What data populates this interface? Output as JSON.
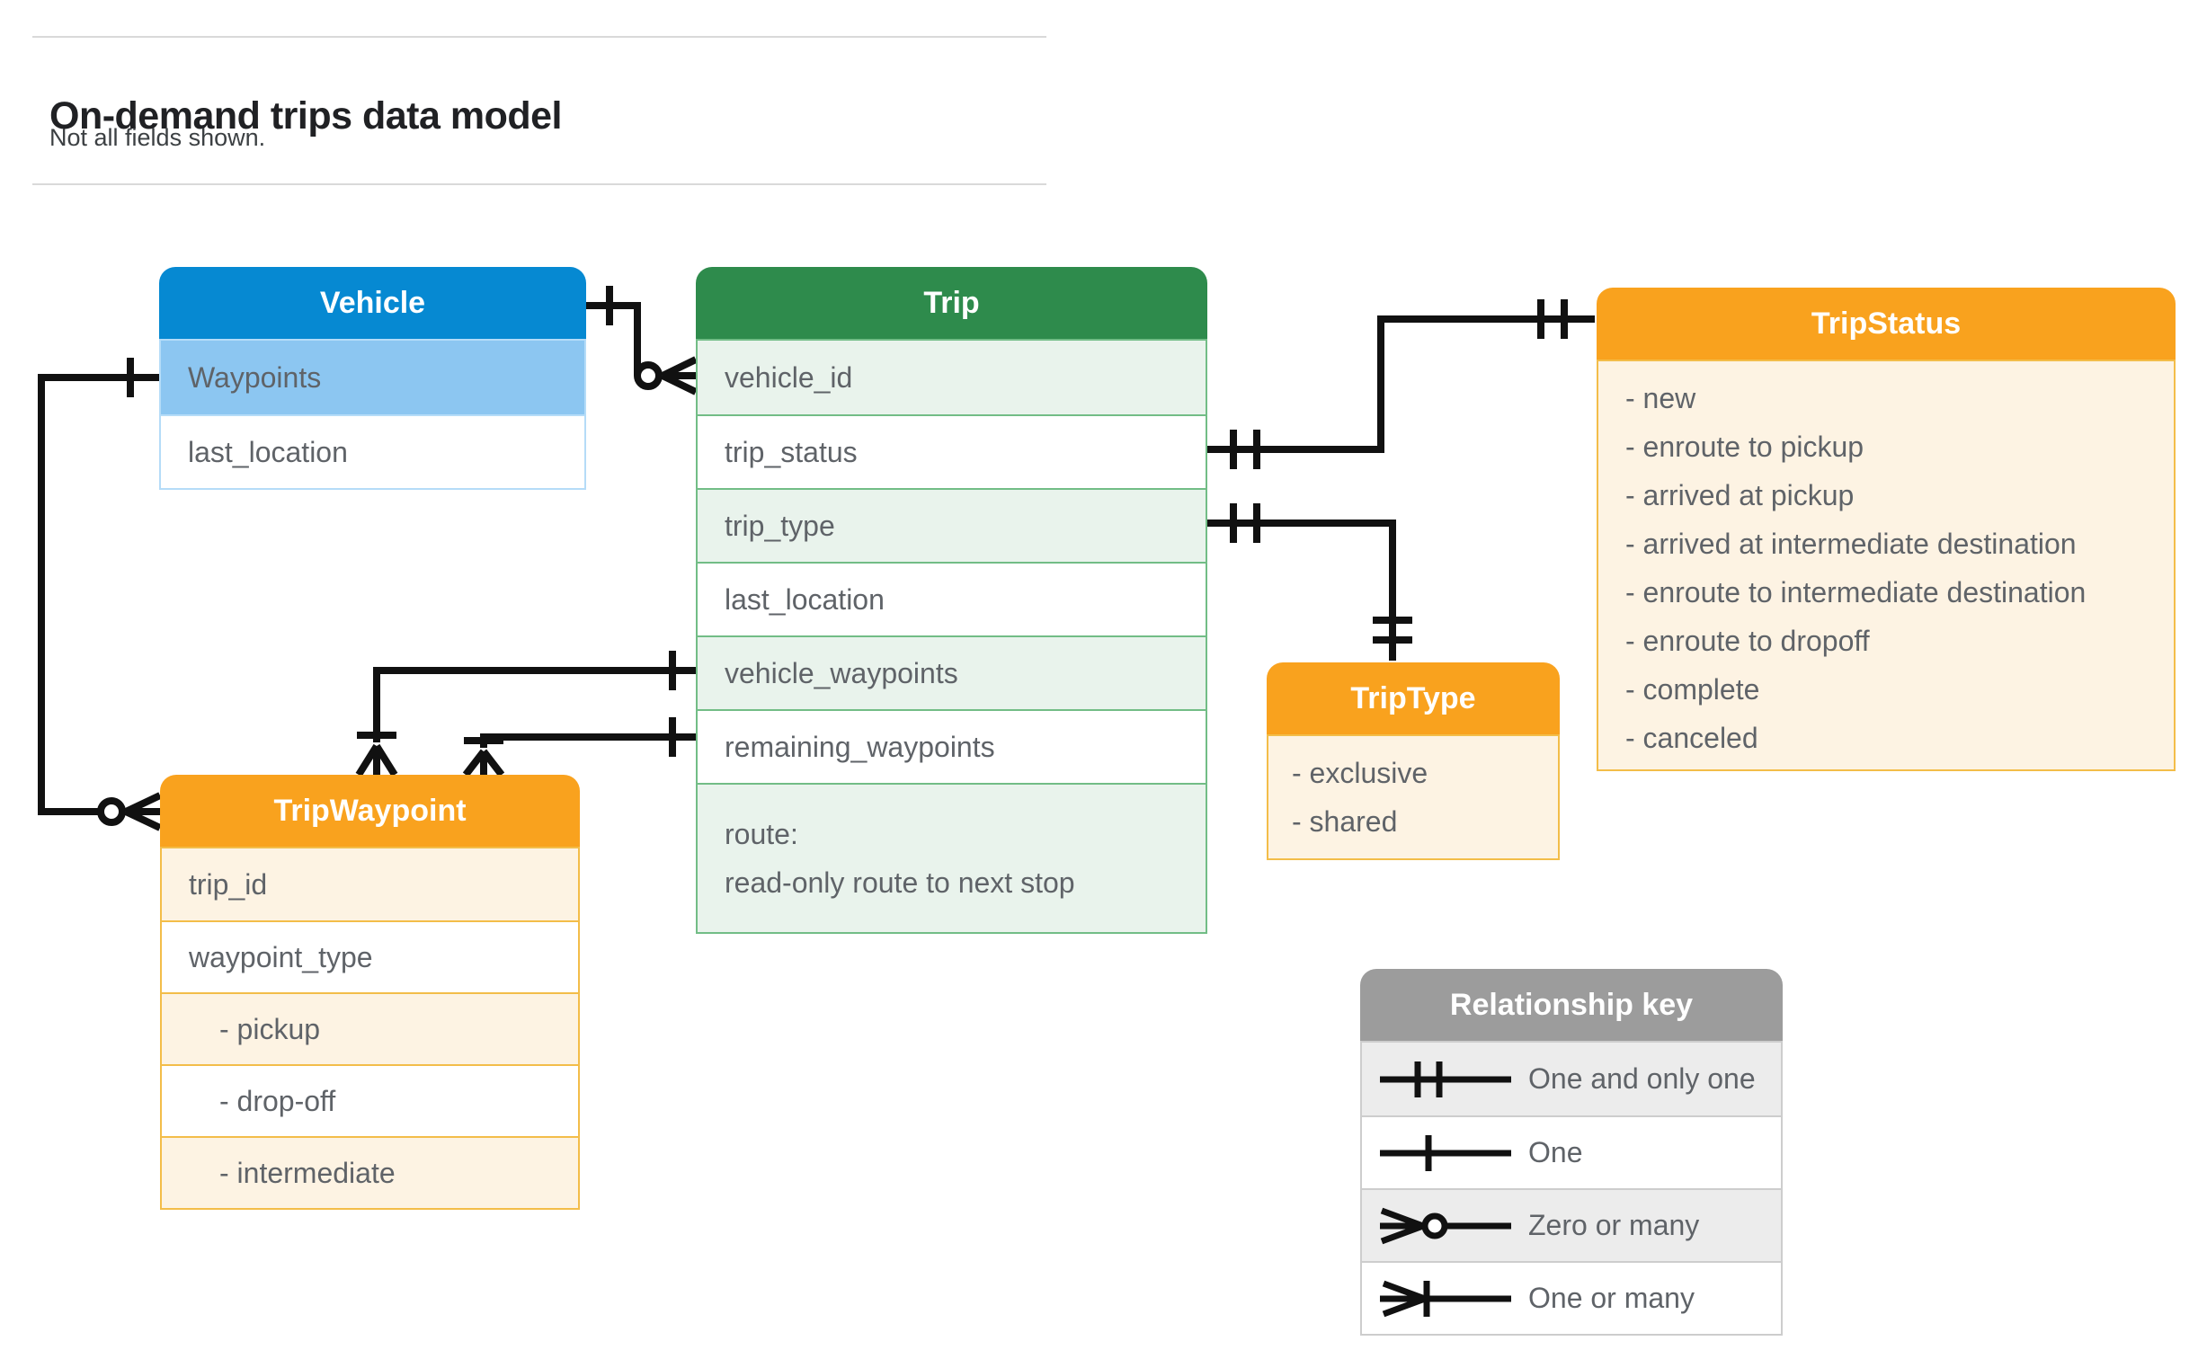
{
  "page": {
    "title": "On-demand trips data model",
    "subtitle": "Not all fields shown."
  },
  "entities": {
    "vehicle": {
      "title": "Vehicle",
      "rows": [
        {
          "label": "Waypoints"
        },
        {
          "label": "last_location"
        }
      ]
    },
    "trip": {
      "title": "Trip",
      "rows": [
        {
          "label": "vehicle_id"
        },
        {
          "label": "trip_status"
        },
        {
          "label": "trip_type"
        },
        {
          "label": "last_location"
        },
        {
          "label": "vehicle_waypoints"
        },
        {
          "label": "remaining_waypoints"
        },
        {
          "label": "route:",
          "label2": "read-only route to next stop"
        }
      ]
    },
    "trip_status": {
      "title": "TripStatus",
      "items": [
        "- new",
        "- enroute to pickup",
        "- arrived at pickup",
        "- arrived at intermediate destination",
        "- enroute to intermediate destination",
        "- enroute to dropoff",
        "- complete",
        "- canceled"
      ]
    },
    "trip_type": {
      "title": "TripType",
      "items": [
        "- exclusive",
        "- shared"
      ]
    },
    "trip_waypoint": {
      "title": "TripWaypoint",
      "rows": [
        {
          "label": "trip_id"
        },
        {
          "label": "waypoint_type"
        },
        {
          "label": "- pickup"
        },
        {
          "label": "- drop-off"
        },
        {
          "label": "- intermediate"
        }
      ]
    }
  },
  "relationships": [
    {
      "from": "Vehicle",
      "to": "Trip.vehicle_id",
      "from_cardinality": "one",
      "to_cardinality": "zero-or-many"
    },
    {
      "from": "Vehicle.Waypoints",
      "to": "TripWaypoint",
      "from_cardinality": "one",
      "to_cardinality": "zero-or-many"
    },
    {
      "from": "Trip.trip_status",
      "to": "TripStatus",
      "from_cardinality": "one-and-only-one",
      "to_cardinality": "one-and-only-one"
    },
    {
      "from": "Trip.trip_type",
      "to": "TripType",
      "from_cardinality": "one-and-only-one",
      "to_cardinality": "one-and-only-one"
    },
    {
      "from": "Trip.vehicle_waypoints",
      "to": "TripWaypoint",
      "from_cardinality": "one",
      "to_cardinality": "one-or-many"
    },
    {
      "from": "Trip.remaining_waypoints",
      "to": "TripWaypoint",
      "from_cardinality": "one",
      "to_cardinality": "one-or-many"
    }
  ],
  "legend": {
    "title": "Relationship key",
    "rows": [
      {
        "symbol": "one-and-only-one",
        "label": "One and only one"
      },
      {
        "symbol": "one",
        "label": "One"
      },
      {
        "symbol": "zero-or-many",
        "label": "Zero or many"
      },
      {
        "symbol": "one-or-many",
        "label": "One or many"
      }
    ]
  },
  "colors": {
    "vehicle_header": "#0689d2",
    "vehicle_highlight_row": "#8cc6f1",
    "trip_header": "#2e8b4c",
    "trip_highlight_row": "#e9f3ec",
    "orange_header": "#f9a21e",
    "orange_body": "#fdf3e3",
    "orange_border": "#f3bd49",
    "legend_header": "#9c9c9c",
    "legend_alt_row": "#ececec",
    "cell_text": "#5f6368",
    "connector": "#111111"
  }
}
